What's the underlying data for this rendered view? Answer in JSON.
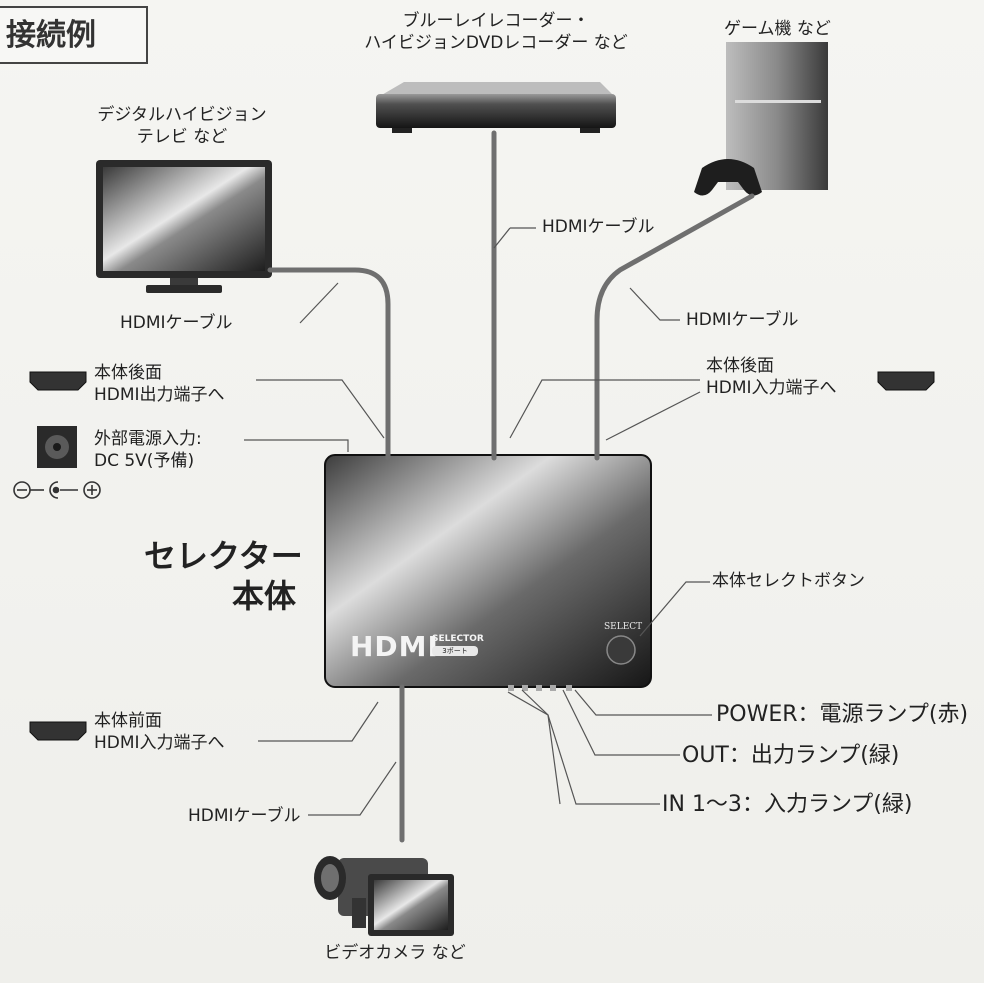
{
  "title": "接続例",
  "devices": {
    "bluray": {
      "line1": "ブルーレイレコーダー・",
      "line2": "ハイビジョンDVDレコーダー など"
    },
    "game": {
      "label": "ゲーム機 など"
    },
    "tv": {
      "line1": "デジタルハイビジョン",
      "line2": "テレビ など"
    },
    "camera": {
      "label": "ビデオカメラ など"
    }
  },
  "cables": {
    "top": "HDMIケーブル",
    "left": "HDMIケーブル",
    "right": "HDMIケーブル",
    "bottom": "HDMIケーブル"
  },
  "ports": {
    "rear_out": {
      "line1": "本体後面",
      "line2": "HDMI出力端子へ"
    },
    "rear_in": {
      "line1": "本体後面",
      "line2": "HDMI入力端子へ"
    },
    "front_in": {
      "line1": "本体前面",
      "line2": "HDMI入力端子へ"
    },
    "power_input": {
      "line1": "外部電源入力:",
      "line2": "DC 5V(予備)"
    }
  },
  "selector": {
    "label_line1": "セレクター",
    "label_line2": "本体",
    "logo": "HDMI",
    "logo_sub": "SELECTOR",
    "logo_sub2": "3ポート",
    "select_text": "SELECT",
    "select_button_label": "本体セレクトボタン"
  },
  "lamps": [
    {
      "code": "POWER",
      "desc": "：電源ランプ(赤)"
    },
    {
      "code": "OUT",
      "desc": "：出力ランプ(緑)"
    },
    {
      "code": "IN 1〜3",
      "desc": "：入力ランプ(緑)"
    }
  ]
}
